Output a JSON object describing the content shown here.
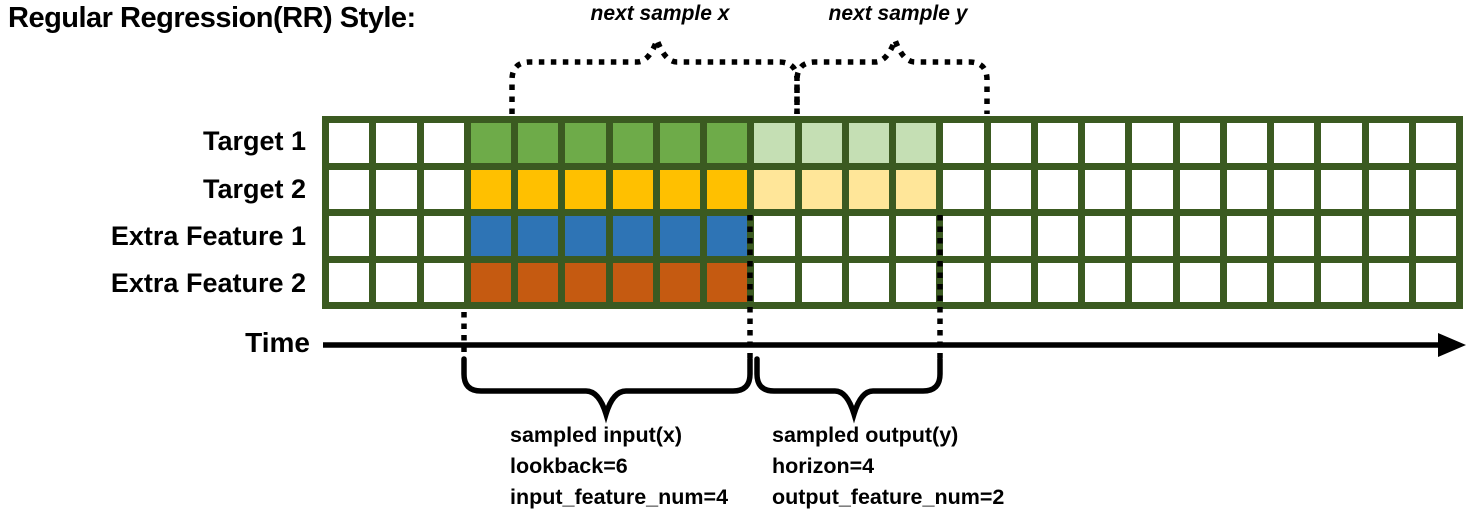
{
  "title": "Regular Regression(RR) Style:",
  "annotations": {
    "next_sample_x": "next sample x",
    "next_sample_y": "next sample y",
    "time_label": "Time",
    "input_block": {
      "line1": "sampled input(x)",
      "line2": "lookback=6",
      "line3": "input_feature_num=4"
    },
    "output_block": {
      "line1": "sampled output(y)",
      "line2": "horizon=4",
      "line3": "output_feature_num=2"
    }
  },
  "grid": {
    "columns": 24,
    "row_labels": [
      "Target 1",
      "Target 2",
      "Extra Feature 1",
      "Extra Feature 2"
    ],
    "palette": {
      "w": "#FFFFFF",
      "g": "#6EAB49",
      "lg": "#C5DFB4",
      "y": "#FFC000",
      "ly": "#FFE699",
      "b": "#2E74B5",
      "o": "#C55A11"
    },
    "grid_line_color": "#3B5A21",
    "rows": [
      {
        "label": "Target 1",
        "cells": [
          "w",
          "w",
          "w",
          "g",
          "g",
          "g",
          "g",
          "g",
          "g",
          "lg",
          "lg",
          "lg",
          "lg",
          "w",
          "w",
          "w",
          "w",
          "w",
          "w",
          "w",
          "w",
          "w",
          "w",
          "w"
        ]
      },
      {
        "label": "Target 2",
        "cells": [
          "w",
          "w",
          "w",
          "y",
          "y",
          "y",
          "y",
          "y",
          "y",
          "ly",
          "ly",
          "ly",
          "ly",
          "w",
          "w",
          "w",
          "w",
          "w",
          "w",
          "w",
          "w",
          "w",
          "w",
          "w"
        ]
      },
      {
        "label": "Extra Feature 1",
        "cells": [
          "w",
          "w",
          "w",
          "b",
          "b",
          "b",
          "b",
          "b",
          "b",
          "w",
          "w",
          "w",
          "w",
          "w",
          "w",
          "w",
          "w",
          "w",
          "w",
          "w",
          "w",
          "w",
          "w",
          "w"
        ]
      },
      {
        "label": "Extra Feature 2",
        "cells": [
          "w",
          "w",
          "w",
          "o",
          "o",
          "o",
          "o",
          "o",
          "o",
          "w",
          "w",
          "w",
          "w",
          "w",
          "w",
          "w",
          "w",
          "w",
          "w",
          "w",
          "w",
          "w",
          "w",
          "w"
        ]
      }
    ],
    "semantics": {
      "lookback": 6,
      "horizon": 4,
      "input_feature_num": 4,
      "output_feature_num": 2
    }
  }
}
